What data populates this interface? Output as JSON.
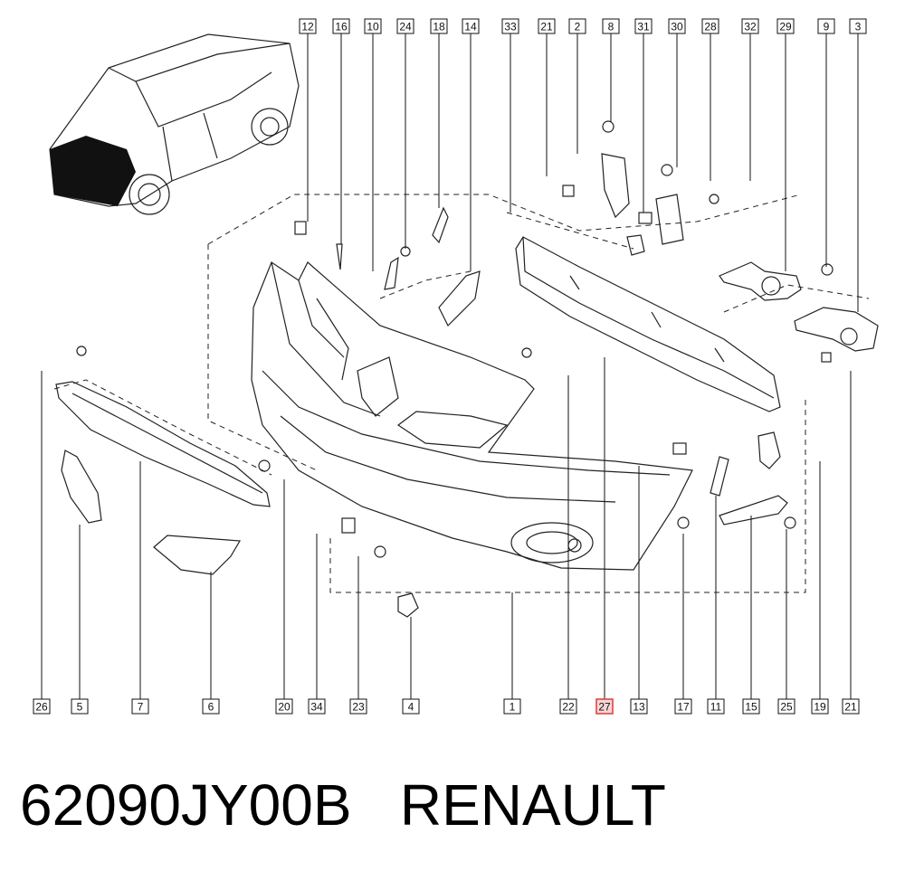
{
  "caption": {
    "part_number": "62090JY00B",
    "brand": "RENAULT"
  },
  "callouts_top": [
    "12",
    "16",
    "10",
    "24",
    "18",
    "14",
    "33",
    "21",
    "2",
    "8",
    "31",
    "30",
    "28",
    "32",
    "29",
    "9",
    "3"
  ],
  "callouts_bottom": [
    "26",
    "5",
    "7",
    "6",
    "20",
    "34",
    "23",
    "4",
    "1",
    "22",
    "27",
    "13",
    "17",
    "11",
    "15",
    "25",
    "19",
    "21"
  ],
  "highlighted_callout": "27",
  "colors": {
    "highlight": "#e04545",
    "line": "#222222"
  }
}
